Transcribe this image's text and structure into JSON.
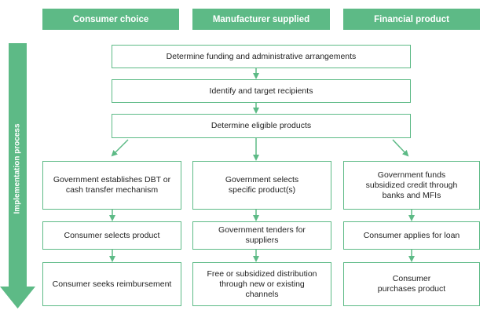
{
  "headers": {
    "consumer_choice": "Consumer choice",
    "manufacturer_supplied": "Manufacturer supplied",
    "financial_product": "Financial product"
  },
  "side_label": "Implementation process",
  "steps": {
    "funding": "Determine funding and administrative arrangements",
    "identify": "Identify and target recipients",
    "eligible": "Determine eligible products"
  },
  "columns": {
    "consumer": [
      "Government establishes DBT or cash transfer mechanism",
      "Consumer selects product",
      "Consumer seeks reimbursement"
    ],
    "manufacturer": [
      "Government selects specific product(s)",
      "Government tenders for suppliers",
      "Free or subsidized distribution through new or existing channels"
    ],
    "financial": [
      "Government funds subsidized credit through banks and MFIs",
      "Consumer applies for loan",
      "Consumer purchases product"
    ]
  },
  "colors": {
    "accent": "#5dba86",
    "text": "#1f1f1f"
  }
}
